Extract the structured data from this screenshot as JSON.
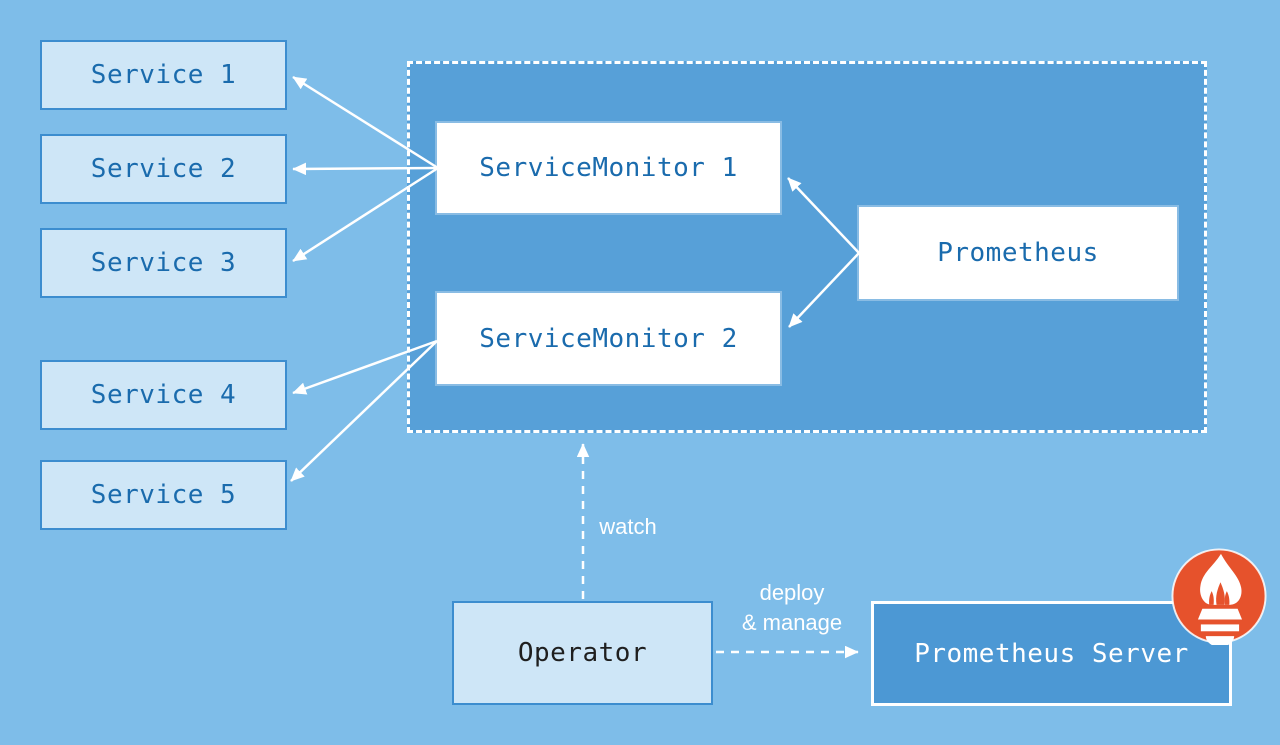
{
  "colors": {
    "bg": "#7ebde9",
    "panel_fill": "#57a0d8",
    "light_box_fill": "#cee6f7",
    "light_box_border": "#3c8dcf",
    "blue_text": "#1a6bad",
    "dark_text": "#1f1f1f",
    "white_box_fill": "#ffffff",
    "server_fill": "#4c98d4",
    "logo_orange": "#e6522c",
    "arrow_color": "#ffffff"
  },
  "diagram": {
    "services": [
      "Service 1",
      "Service 2",
      "Service 3",
      "Service 4",
      "Service 5"
    ],
    "monitors": [
      "ServiceMonitor 1",
      "ServiceMonitor 2"
    ],
    "prometheus_label": "Prometheus",
    "operator_label": "Operator",
    "server_label": "Prometheus Server",
    "labels": {
      "watch": "watch",
      "deploy_line1": "deploy",
      "deploy_line2": "& manage"
    }
  }
}
